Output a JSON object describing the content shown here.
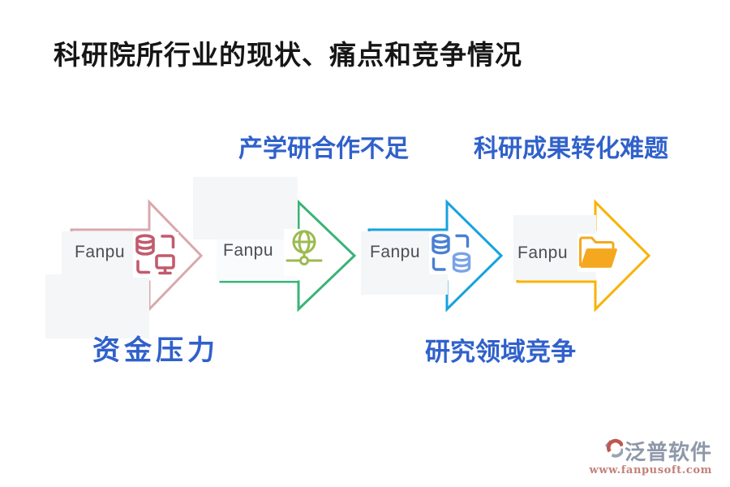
{
  "title": {
    "text": "科研院所行业的现状、痛点和竞争情况",
    "color": "#161616"
  },
  "section_labels": {
    "color": "#3061cb",
    "top_left": "产学研合作不足",
    "top_right": "科研成果转化难题",
    "bottom_left": "资金压力",
    "bottom_right": "研究领域竞争"
  },
  "arrows": [
    {
      "label": "Fanpu",
      "color": "#d9a8ae",
      "icon": "database-monitor-icon",
      "icon_color": "#c25b6e"
    },
    {
      "label": "Fanpu",
      "color": "#3bb377",
      "icon": "globe-network-icon",
      "icon_color": "#9cba4e"
    },
    {
      "label": "Fanpu",
      "color": "#16a2e0",
      "icon": "dual-database-icon",
      "icon_color": "#4a7fd4",
      "icon_color_secondary": "#7aa3e6"
    },
    {
      "label": "Fanpu",
      "color": "#f8b303",
      "icon": "open-folder-icon",
      "icon_color": "#f5a81f"
    }
  ],
  "fanpu_text_color": "#4d4d52",
  "patch_color": "#f4f6f8",
  "patch_color_light": "#fafbfd",
  "watermark": {
    "brand": "泛普软件",
    "url": "www.fanpusoft.com",
    "brand_color": "#8e98a9",
    "url_color": "#c3807a",
    "mark_red": "#c0564f",
    "mark_gray": "#9aa4b3"
  }
}
